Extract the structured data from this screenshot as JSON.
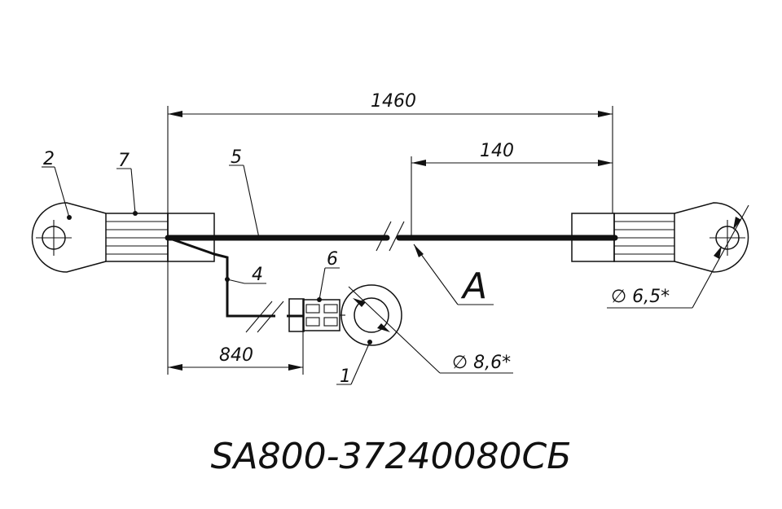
{
  "drawing": {
    "code": "SA800-37240080СБ",
    "dimensions": {
      "total_length": "1460",
      "right_segment": "140",
      "branch_length": "840",
      "hole_right": "∅ 6,5*",
      "hole_ring": "∅ 8,6*"
    },
    "view_label": "A",
    "callouts": {
      "p1": "1",
      "p2": "2",
      "p4": "4",
      "p5": "5",
      "p6": "6",
      "p7": "7"
    }
  },
  "colors": {
    "line": "#111111",
    "background": "#ffffff"
  }
}
